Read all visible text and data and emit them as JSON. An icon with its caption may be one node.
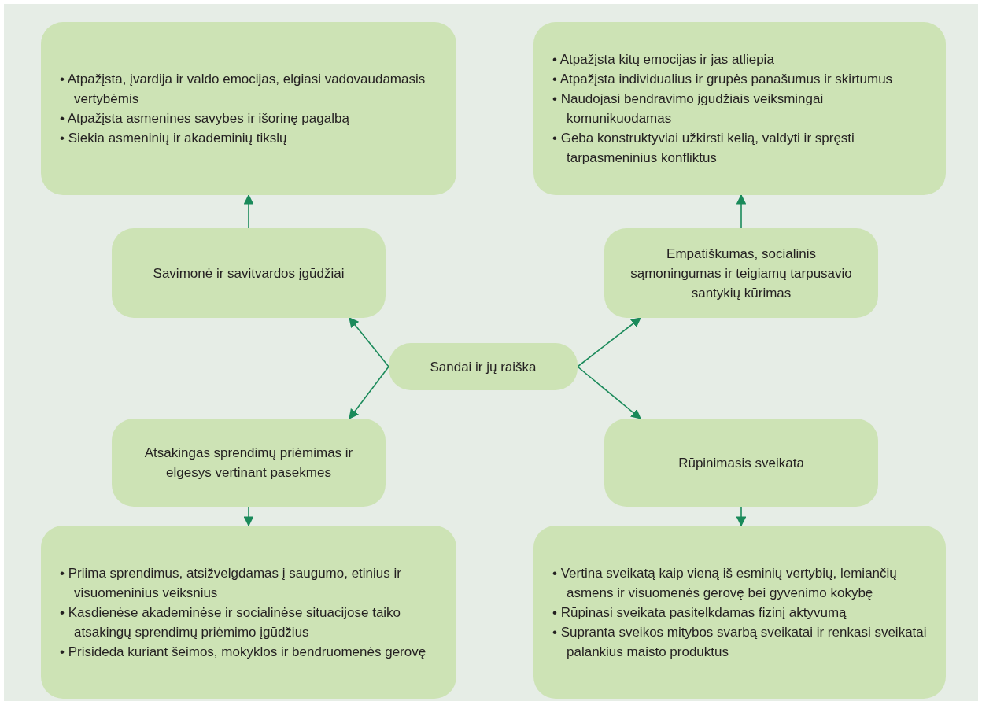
{
  "diagram": {
    "nodes": [
      {
        "text": [
          "• Atpažįsta, įvardija ir valdo emocijas, elgiasi vadovaudamasis vertybėmis",
          "• Atpažįsta asmenines savybes ir išorinę pagalbą",
          "• Siekia asmeninių ir akademinių tikslų"
        ]
      },
      {
        "text": [
          "Savimonė ir savitvardos įgūdžiai"
        ]
      },
      {
        "text": [
          "• Atpažįsta kitų emocijas ir jas atliepia",
          "• Atpažįsta individualius ir grupės panašumus ir skirtumus",
          "• Naudojasi bendravimo įgūdžiais veiksmingai komunikuodamas",
          "• Geba konstruktyviai užkirsti kelią, valdyti ir spręsti tarpasmeninius konfliktus"
        ]
      },
      {
        "text": [
          "Empatiškumas, socialinis sąmoningumas ir teigiamų tarpusavio santykių kūrimas"
        ]
      },
      {
        "text": [
          "Sandai ir jų raiška"
        ]
      },
      {
        "text": [
          "Atsakingas sprendimų priėmimas ir elgesys vertinant pasekmes"
        ]
      },
      {
        "text": [
          "Rūpinimasis sveikata"
        ]
      },
      {
        "text": [
          "• Priima sprendimus, atsižvelgdamas į saugumo, etinius ir visuomeninius veiksnius",
          "• Kasdienėse akademinėse ir socialinėse situacijose taiko atsakingų sprendimų priėmimo įgūdžius",
          "• Prisideda kuriant šeimos, mokyklos ir bendruomenės gerovę"
        ]
      },
      {
        "text": [
          "• Vertina sveikatą kaip vieną iš esminių vertybių, lemiančių asmens ir visuomenės gerovę bei gyvenimo kokybę",
          "• Rūpinasi sveikata pasitelkdamas fizinį aktyvumą",
          "• Supranta sveikos mitybos svarbą sveikatai ir renkasi sveikatai palankius maisto produktus"
        ]
      }
    ],
    "edges": [
      {
        "from": 4,
        "to": 1,
        "arrow": "to"
      },
      {
        "from": 4,
        "to": 3,
        "arrow": "to"
      },
      {
        "from": 4,
        "to": 5,
        "arrow": "to"
      },
      {
        "from": 4,
        "to": 6,
        "arrow": "to"
      },
      {
        "from": 1,
        "to": 0,
        "arrow": "to"
      },
      {
        "from": 3,
        "to": 2,
        "arrow": "to"
      },
      {
        "from": 5,
        "to": 7,
        "arrow": "to"
      },
      {
        "from": 6,
        "to": 8,
        "arrow": "to"
      }
    ]
  }
}
